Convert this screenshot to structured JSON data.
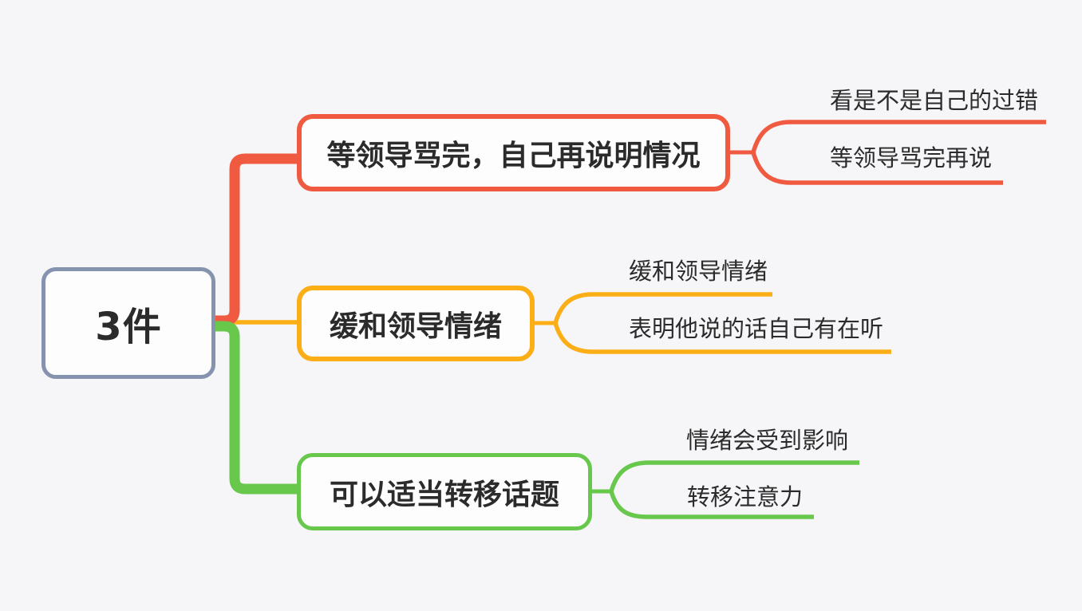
{
  "canvas": {
    "background": "#F6F5F7",
    "node_fill": "#FDFDFE",
    "text_color": "#2B2B2B"
  },
  "root": {
    "label": "3件",
    "border_color": "#8593AE"
  },
  "branches": [
    {
      "label": "等领导骂完，自己再说明情况",
      "color": "#EF5A41",
      "children": [
        {
          "label": "看是不是自己的过错"
        },
        {
          "label": "等领导骂完再说"
        }
      ]
    },
    {
      "label": "缓和领导情绪",
      "color": "#FBAE16",
      "children": [
        {
          "label": "缓和领导情绪"
        },
        {
          "label": "表明他说的话自己有在听"
        }
      ]
    },
    {
      "label": "可以适当转移话题",
      "color": "#67C84C",
      "children": [
        {
          "label": "情绪会受到影响"
        },
        {
          "label": "转移注意力"
        }
      ]
    }
  ]
}
